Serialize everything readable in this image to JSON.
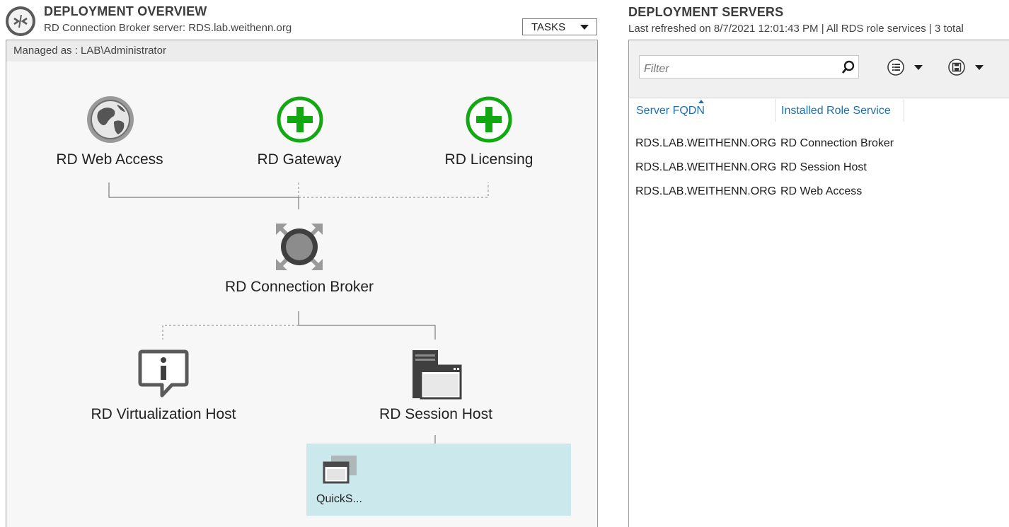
{
  "overview": {
    "title": "DEPLOYMENT OVERVIEW",
    "subtitle": "RD Connection Broker server: RDS.lab.weithenn.org",
    "tasks_label": "TASKS",
    "managed_as": "Managed as : LAB\\Administrator",
    "roles": {
      "web_access": "RD Web Access",
      "gateway": "RD Gateway",
      "licensing": "RD Licensing",
      "connection_broker": "RD Connection Broker",
      "virtualization_host": "RD Virtualization Host",
      "session_host": "RD Session Host"
    },
    "collection_label": "QuickS..."
  },
  "servers": {
    "title": "DEPLOYMENT SERVERS",
    "subtitle": "Last refreshed on 8/7/2021 12:01:43 PM | All RDS role services  | 3 total",
    "filter_placeholder": "Filter",
    "columns": [
      "Server FQDN",
      "Installed Role Service"
    ],
    "rows": [
      [
        "RDS.LAB.WEITHENN.ORG",
        "RD Connection Broker"
      ],
      [
        "RDS.LAB.WEITHENN.ORG",
        "RD Session Host"
      ],
      [
        "RDS.LAB.WEITHENN.ORG",
        "RD Web Access"
      ]
    ]
  },
  "colors": {
    "add_green": "#12a812",
    "header_link_blue": "#1f6fb0",
    "collection_tile": "#cbe8ec"
  },
  "icons": {
    "app_logo": "remote-desktop-icon",
    "web_access": "globe-icon",
    "gateway": "add-plus-icon",
    "licensing": "add-plus-icon",
    "broker": "connection-broker-icon",
    "virtualization": "info-callout-icon",
    "session_host": "server-window-icon",
    "collection": "window-stack-icon",
    "search": "search-icon",
    "list_options": "list-icon",
    "save": "save-icon"
  }
}
